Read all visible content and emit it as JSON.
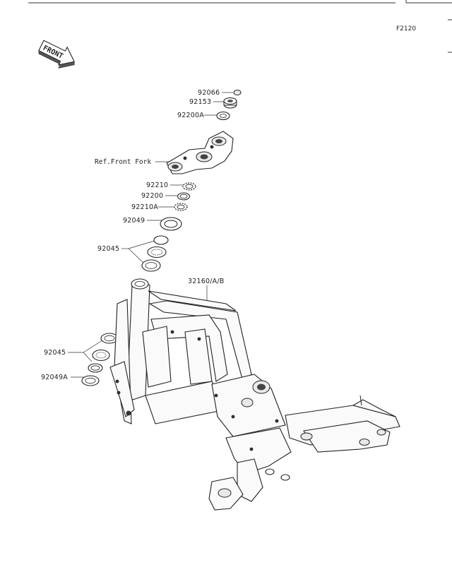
{
  "figure_id": "F2120",
  "front_arrow_text": "FRONT",
  "labels": {
    "p92066": "92066",
    "p92153": "92153",
    "p92200A": "92200A",
    "ref_front_fork": "Ref.Front Fork",
    "p92210": "92210",
    "p92200": "92200",
    "p92210A": "92210A",
    "p92049": "92049",
    "p92045_upper": "92045",
    "p32160": "32160/A/B",
    "p92045_lower": "92045",
    "p92049A": "92049A"
  }
}
